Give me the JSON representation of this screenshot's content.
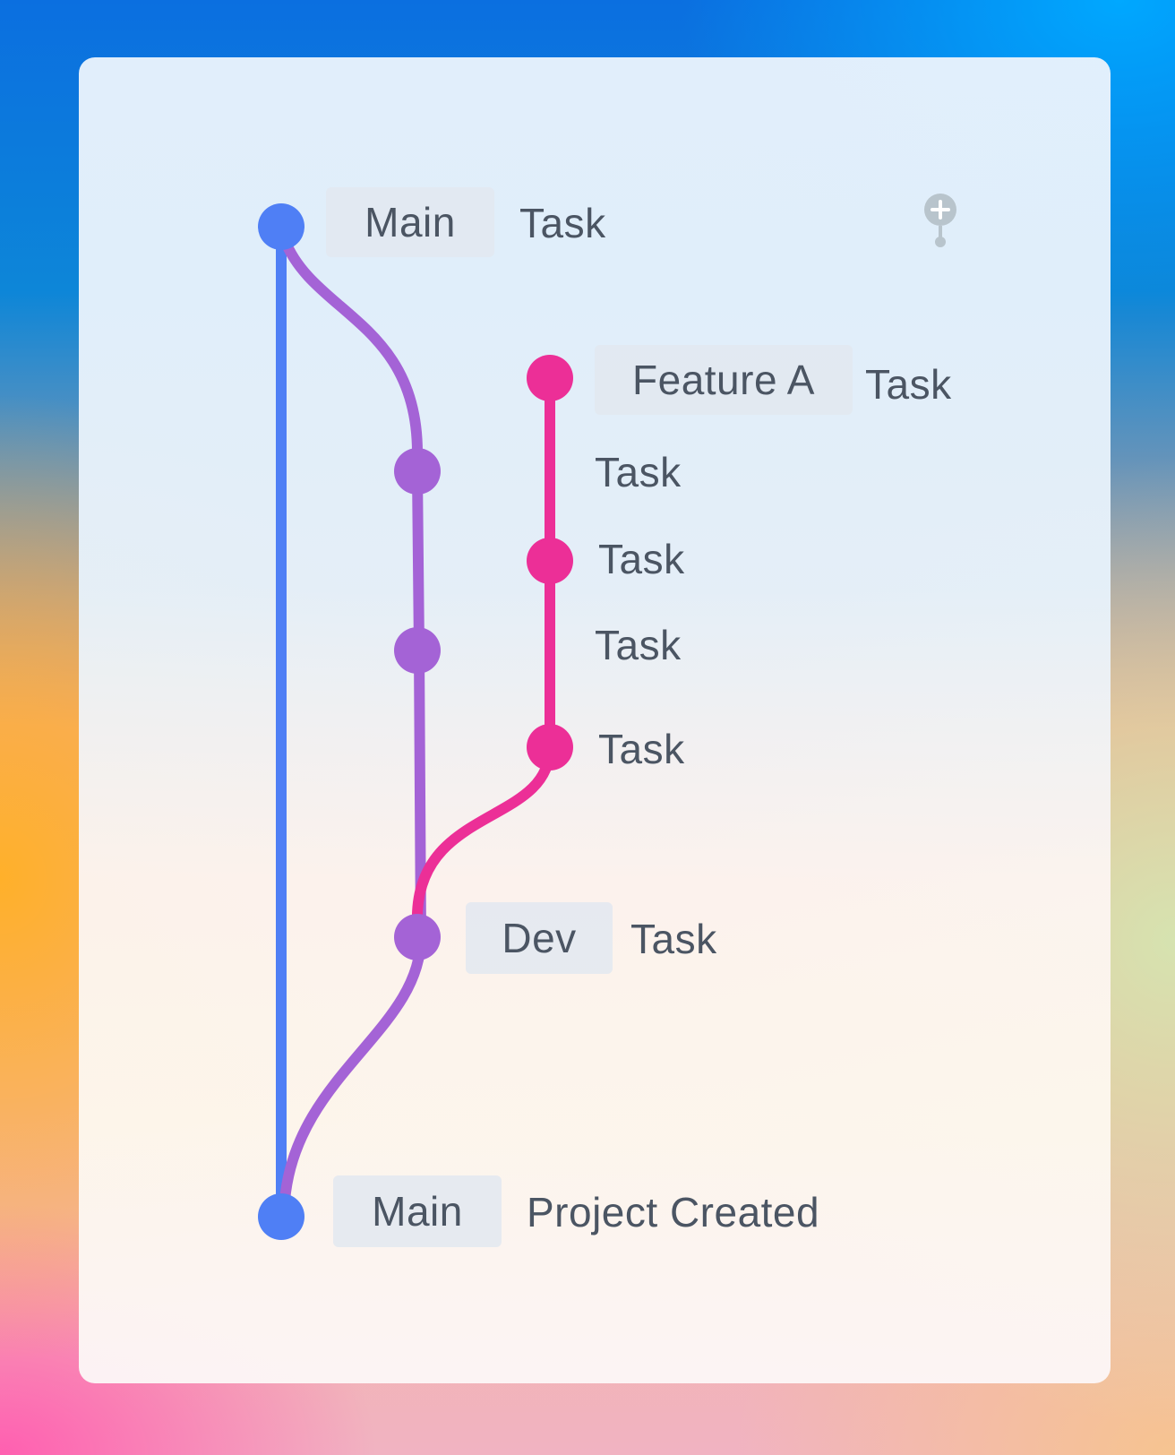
{
  "colors": {
    "main": "#4f7ff5",
    "dev": "#a463d6",
    "feature": "#ec2f97",
    "badge_bg": "#e3e8ef",
    "text": "#4b5563"
  },
  "branches": {
    "main_top": {
      "badge": "Main",
      "label": "Task"
    },
    "feature_a": {
      "badge": "Feature A",
      "label": "Task"
    },
    "dev": {
      "badge": "Dev",
      "label": "Task"
    },
    "main_bottom": {
      "badge": "Main",
      "label": "Project Created"
    }
  },
  "task_labels": [
    "Task",
    "Task",
    "Task",
    "Task"
  ],
  "icons": {
    "add_branch": "add-branch-icon"
  }
}
